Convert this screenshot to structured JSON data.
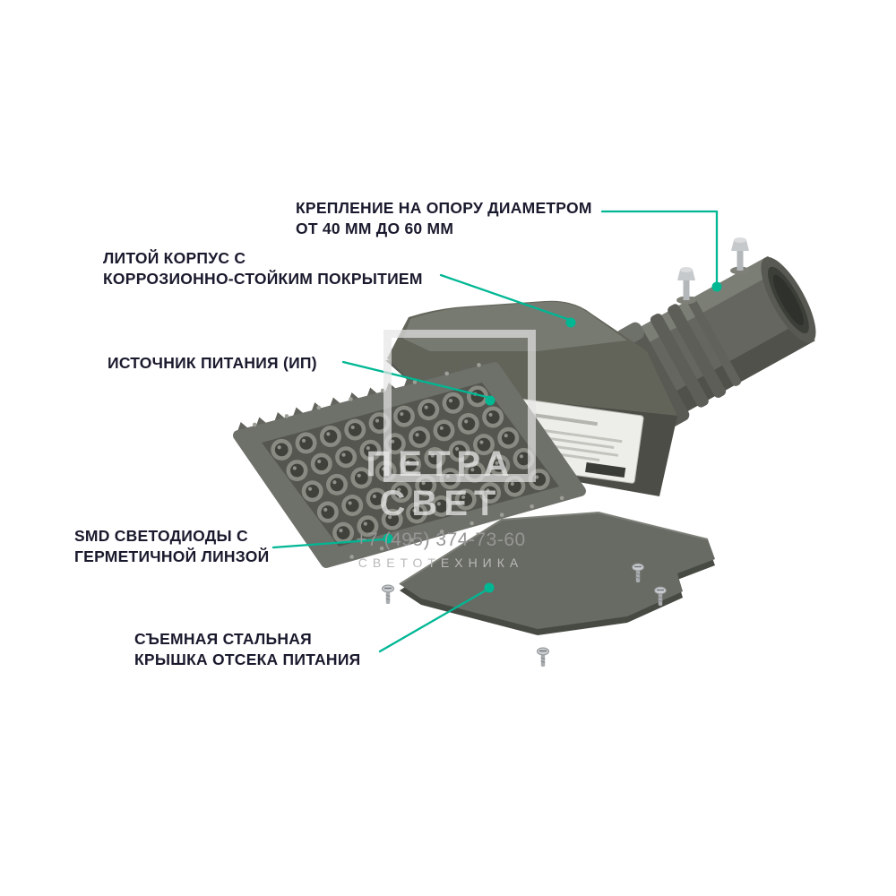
{
  "accent_color": "#00b794",
  "label_color": "#1a1a2e",
  "callouts": {
    "mount": {
      "line1": "КРЕПЛЕНИЕ НА ОПОРУ ДИАМЕТРОМ",
      "line2": "ОТ 40 ММ ДО 60 ММ"
    },
    "housing": {
      "line1": "ЛИТОЙ КОРПУС С",
      "line2": "КОРРОЗИОННО-СТОЙКИМ ПОКРЫТИЕМ"
    },
    "psu": {
      "line1": "ИСТОЧНИК ПИТАНИЯ (ИП)",
      "line2": ""
    },
    "leds": {
      "line1": "SMD СВЕТОДИОДЫ С",
      "line2": "ГЕРМЕТИЧНОЙ ЛИНЗОЙ"
    },
    "cover": {
      "line1": "СЪЕМНАЯ СТАЛЬНАЯ",
      "line2": "КРЫШКА ОТСЕКА ПИТАНИЯ"
    }
  },
  "watermark": {
    "name_line1": "ПЕТРА",
    "name_line2": "СВЕТ",
    "phone": "+7 (495) 374-73-60",
    "tagline": "СВЕТОТЕХНИКА"
  }
}
